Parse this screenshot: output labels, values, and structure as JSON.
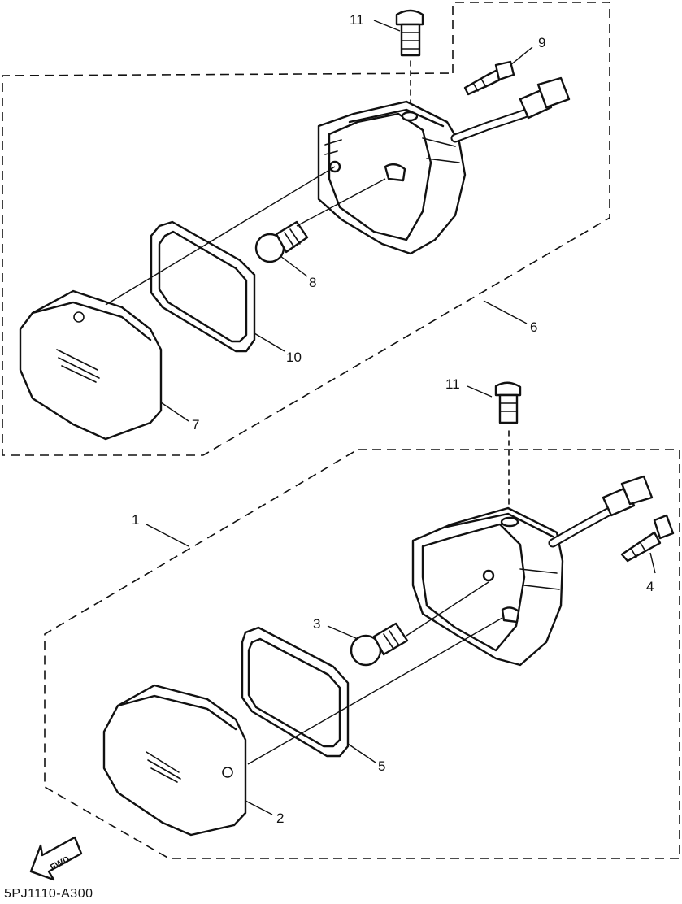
{
  "diagram": {
    "drawing_code": "5PJ1110-A300",
    "direction_label": "FWD",
    "callouts": {
      "c1": "1",
      "c2": "2",
      "c3": "3",
      "c4": "4",
      "c5": "5",
      "c6": "6",
      "c7": "7",
      "c8": "8",
      "c9": "9",
      "c10": "10",
      "c11a": "11",
      "c11b": "11"
    }
  }
}
